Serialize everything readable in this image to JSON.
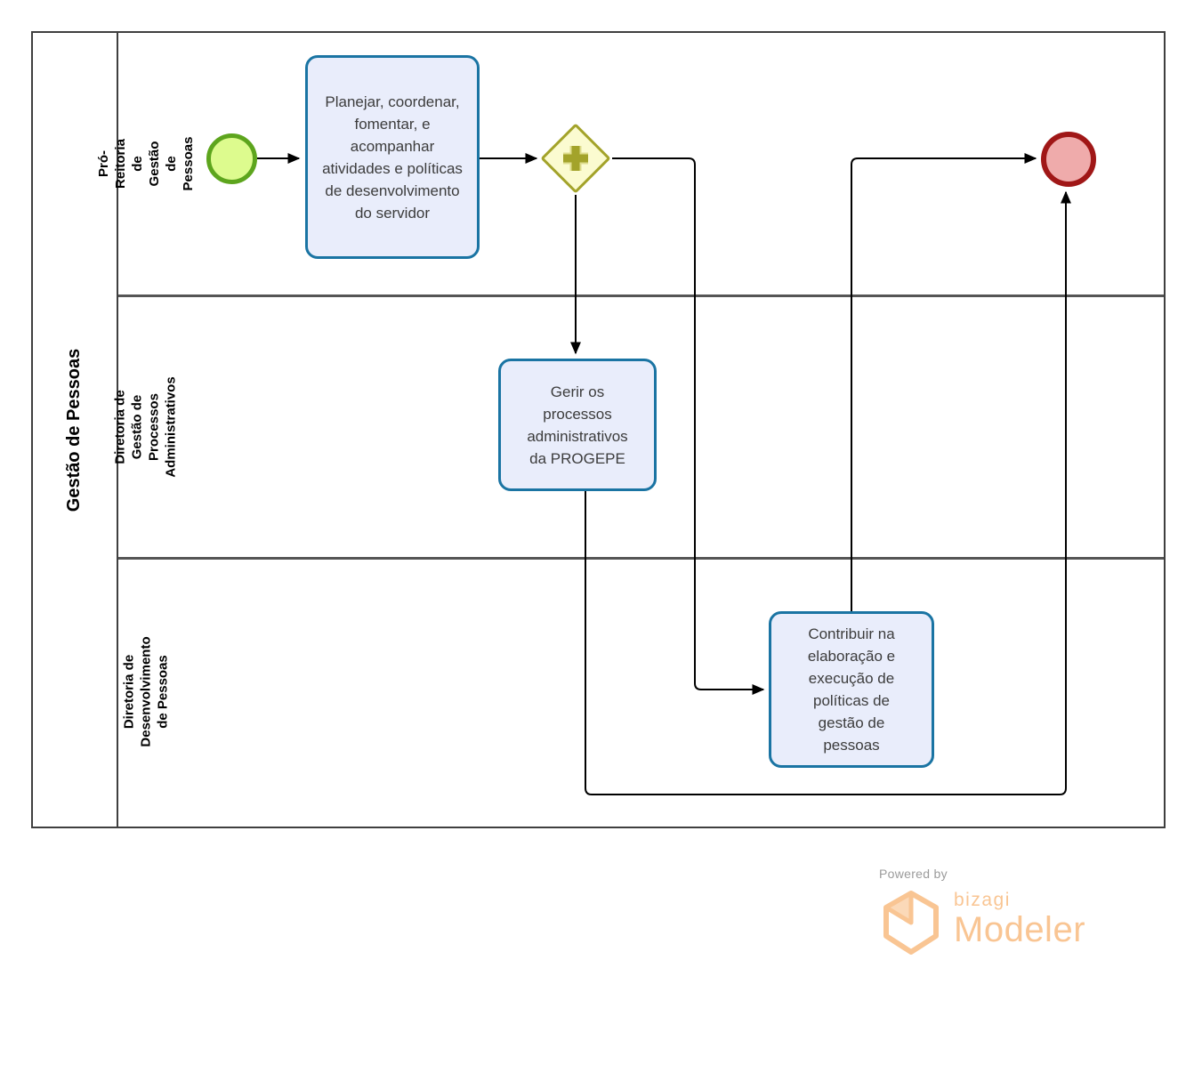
{
  "pool": {
    "title": "Gestão de Pessoas"
  },
  "lanes": [
    {
      "label": "Pró-Reitoria de Gestão de Pessoas"
    },
    {
      "label": "Diretoria de Gestão de Processos Administrativos"
    },
    {
      "label": "Diretoria de Desenvolvimento de Pessoas"
    }
  ],
  "nodes": {
    "start_event": {
      "type": "start-event"
    },
    "task_planejar": {
      "label": "Planejar, coordenar, fomentar, e acompanhar atividades e políticas de desenvolvimento do servidor"
    },
    "gateway_parallel": {
      "type": "parallel-gateway",
      "symbol": "+"
    },
    "task_gerir": {
      "label": "Gerir os processos administrativos da PROGEPE"
    },
    "task_contribuir": {
      "label": "Contribuir na elaboração e execução de políticas de gestão de pessoas"
    },
    "end_event": {
      "type": "end-event"
    }
  },
  "branding": {
    "powered_by": "Powered by",
    "brand": "bizagi",
    "product": "Modeler"
  },
  "colors": {
    "task_fill": "#e9edfb",
    "task_border": "#1a74a3",
    "start_fill": "#ddfb8e",
    "start_border": "#5da51d",
    "end_fill": "#efabab",
    "end_border": "#a01717",
    "gateway_fill": "#fbfbd0",
    "gateway_border": "#a3a32a",
    "flow_line": "#000000",
    "brand_orange": "#f9c593",
    "powered_gray": "#9b9b9b"
  }
}
